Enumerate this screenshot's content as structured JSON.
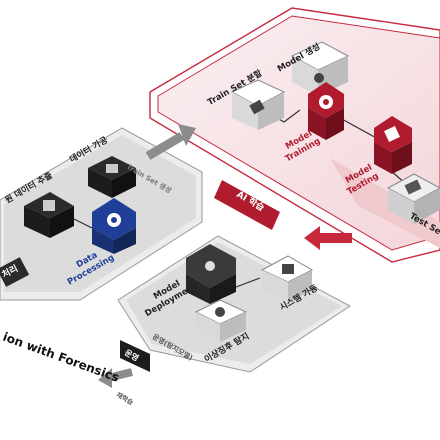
{
  "diagram": {
    "pipeline_title": "ion with Forensics",
    "ai_group": {
      "label": "AI 학습"
    },
    "data_group": {
      "label": "처리"
    },
    "ops_group": {
      "label": "운영"
    },
    "nodes": {
      "model_gen": "Model 생성",
      "train_set_split": "Train Set 분할",
      "model_training": [
        "Model",
        "Training"
      ],
      "model_testing": [
        "Model",
        "Testing"
      ],
      "test_set": "Test Se",
      "data_processing": [
        "Data",
        "Processing"
      ],
      "data_extract": "원 데이터 추출",
      "data_processed": "데이터 가공",
      "model_deploy": [
        "Model",
        "Deployment"
      ],
      "sys_stable": "시스템 가동",
      "anomaly": "이상징후 탐지"
    },
    "arrows": {
      "train_set_gen": "Train Set 생성",
      "ops_monitor": "운영(탐지모델)",
      "feedback": "재학습"
    },
    "colors": {
      "red": "#b01c2e",
      "dark_red": "#7a0f1c",
      "blue": "#1f3f99",
      "dark": "#2b2b2b",
      "gray_panel": "#e6e6e6",
      "pink_panel": "#f7e3e6"
    }
  }
}
